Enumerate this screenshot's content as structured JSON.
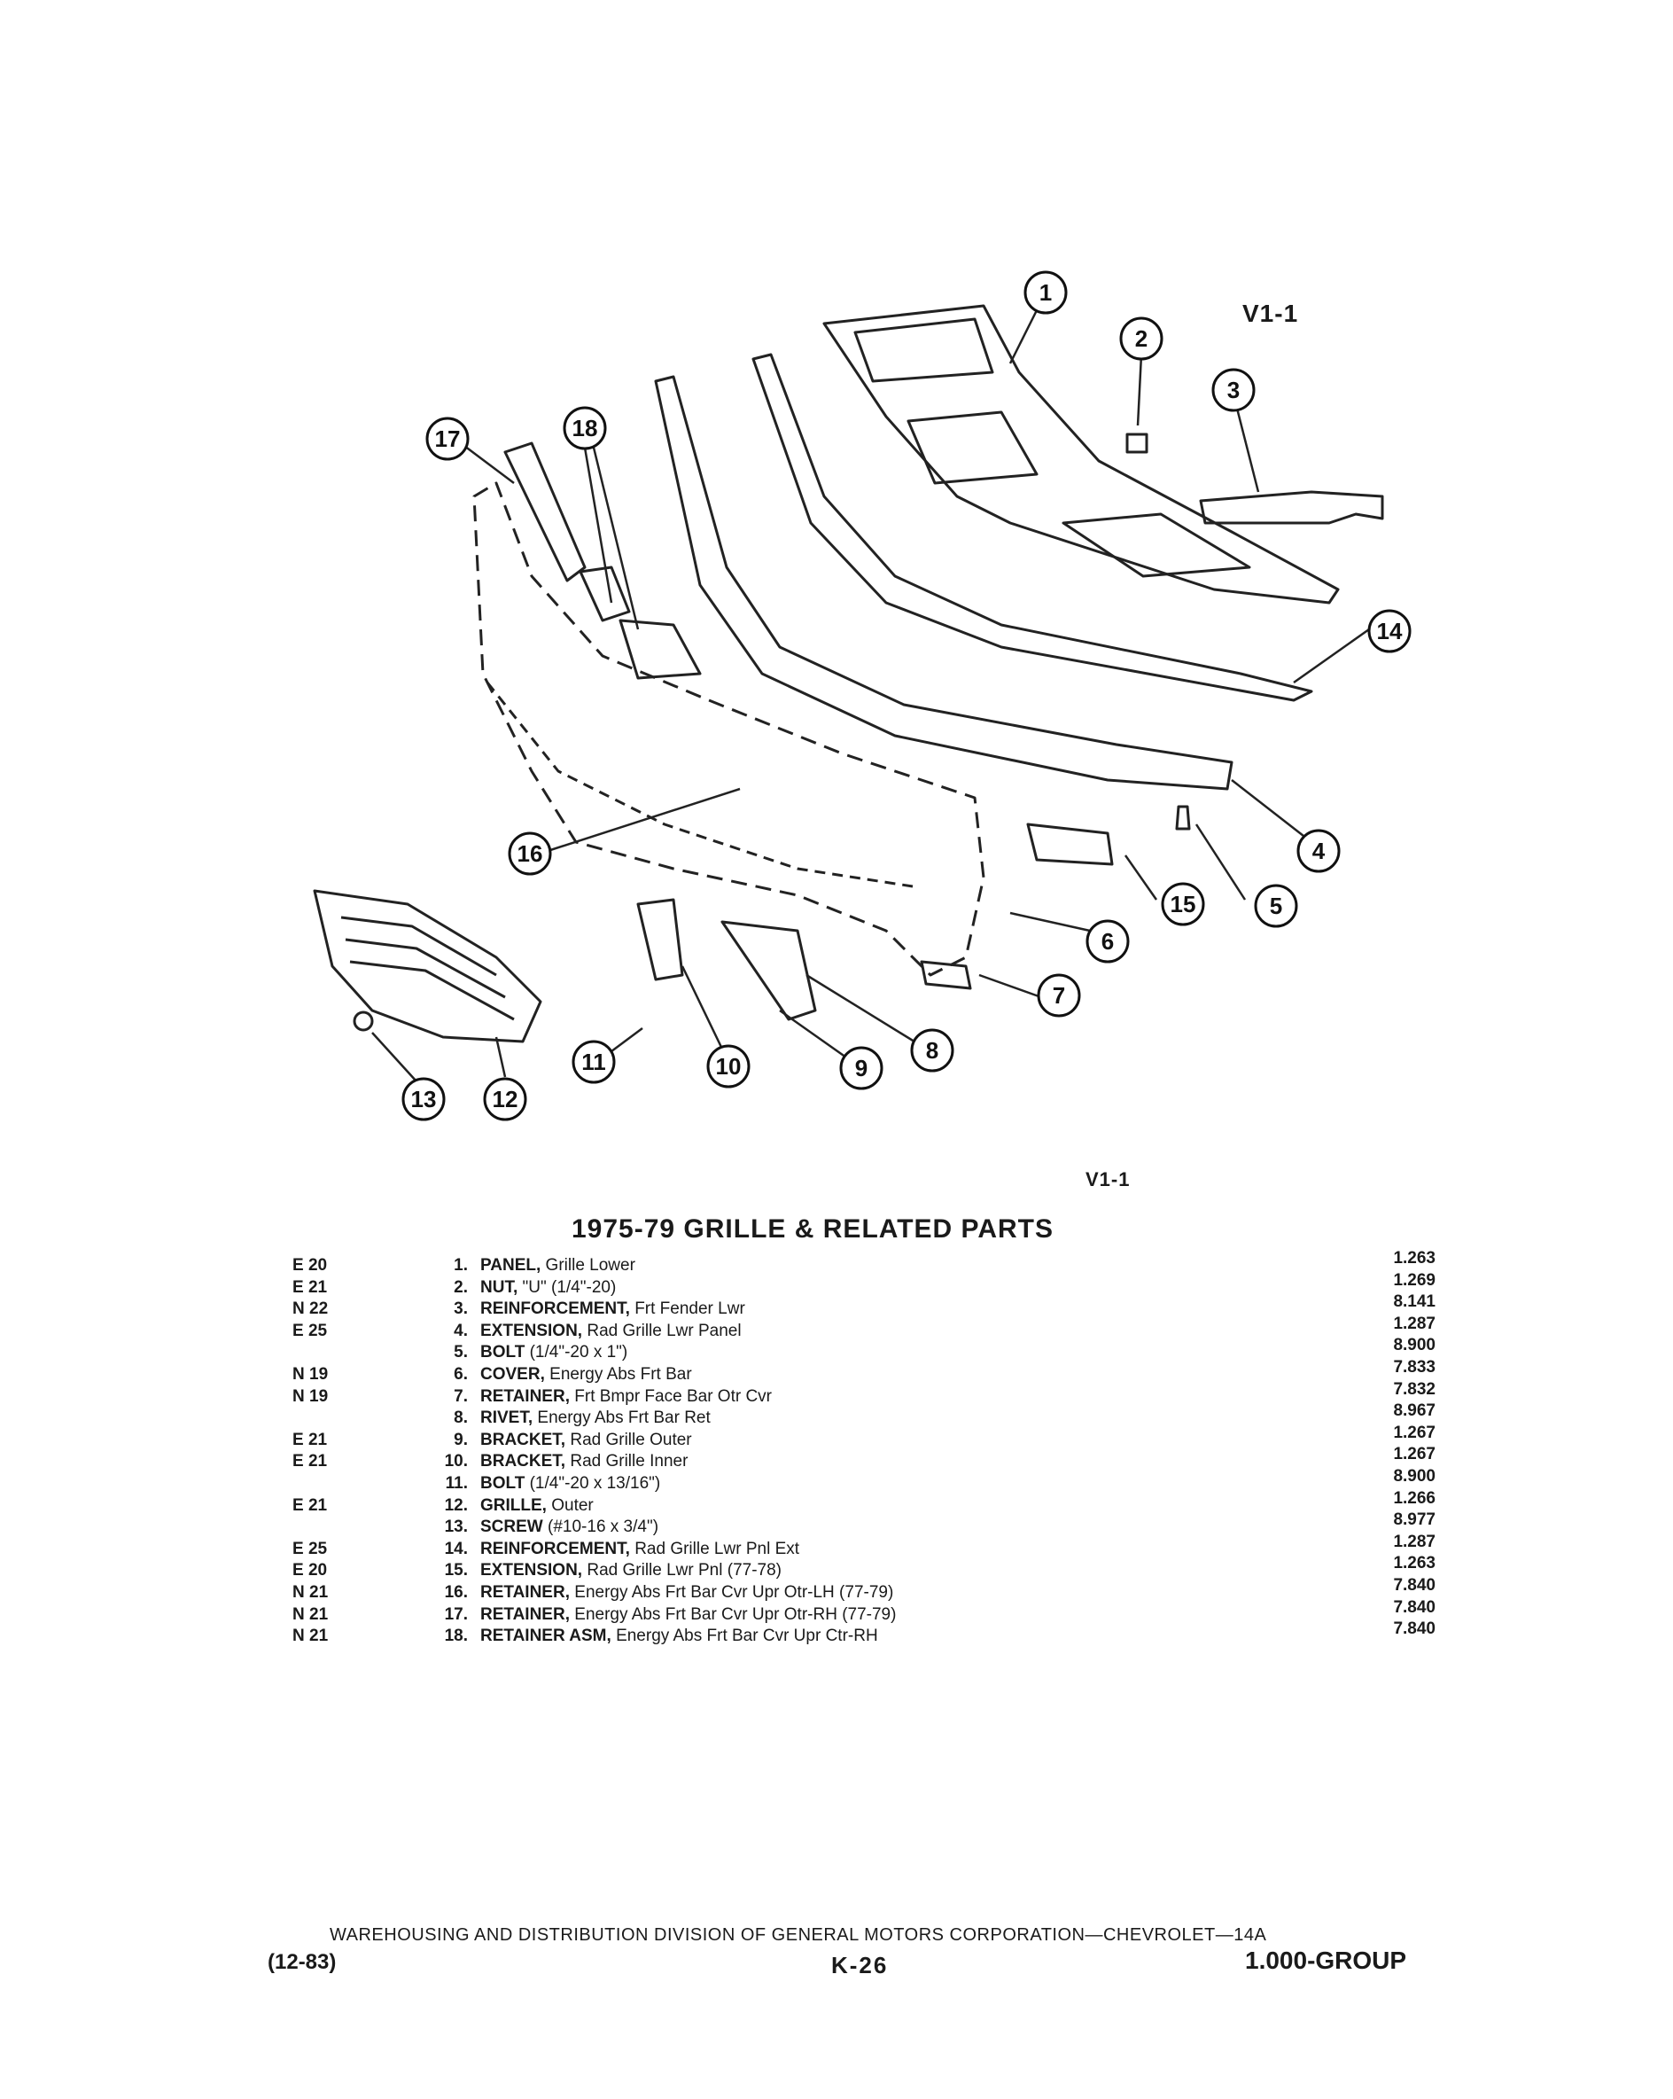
{
  "diagram": {
    "view_label": "V1-1",
    "view_label_bottom": "V1-1",
    "callouts": [
      "1",
      "2",
      "3",
      "4",
      "5",
      "6",
      "7",
      "8",
      "9",
      "10",
      "11",
      "12",
      "13",
      "14",
      "15",
      "16",
      "17",
      "18"
    ]
  },
  "parts": {
    "title": "1975-79 GRILLE & RELATED PARTS",
    "items": [
      {
        "code": "E 20",
        "num": "1.",
        "name": "PANEL,",
        "desc": "Grille Lower",
        "group": "1.263"
      },
      {
        "code": "E 21",
        "num": "2.",
        "name": "NUT,",
        "desc": "\"U\" (1/4\"-20)",
        "group": "1.269"
      },
      {
        "code": "N 22",
        "num": "3.",
        "name": "REINFORCEMENT,",
        "desc": "Frt Fender Lwr",
        "group": "8.141"
      },
      {
        "code": "E 25",
        "num": "4.",
        "name": "EXTENSION,",
        "desc": "Rad Grille Lwr Panel",
        "group": "1.287"
      },
      {
        "code": "",
        "num": "5.",
        "name": "BOLT",
        "desc": "(1/4\"-20 x 1\")",
        "group": "8.900"
      },
      {
        "code": "N 19",
        "num": "6.",
        "name": "COVER,",
        "desc": "Energy Abs Frt Bar",
        "group": "7.833"
      },
      {
        "code": "N 19",
        "num": "7.",
        "name": "RETAINER,",
        "desc": "Frt Bmpr Face Bar Otr Cvr",
        "group": "7.832"
      },
      {
        "code": "",
        "num": "8.",
        "name": "RIVET,",
        "desc": "Energy Abs Frt Bar Ret",
        "group": "8.967"
      },
      {
        "code": "E 21",
        "num": "9.",
        "name": "BRACKET,",
        "desc": "Rad Grille Outer",
        "group": "1.267"
      },
      {
        "code": "E 21",
        "num": "10.",
        "name": "BRACKET,",
        "desc": "Rad Grille Inner",
        "group": "1.267"
      },
      {
        "code": "",
        "num": "11.",
        "name": "BOLT",
        "desc": "(1/4\"-20 x 13/16\")",
        "group": "8.900"
      },
      {
        "code": "E 21",
        "num": "12.",
        "name": "GRILLE,",
        "desc": "Outer",
        "group": "1.266"
      },
      {
        "code": "",
        "num": "13.",
        "name": "SCREW",
        "desc": "(#10-16 x 3/4\")",
        "group": "8.977"
      },
      {
        "code": "E 25",
        "num": "14.",
        "name": "REINFORCEMENT,",
        "desc": "Rad Grille Lwr Pnl Ext",
        "group": "1.287"
      },
      {
        "code": "E 20",
        "num": "15.",
        "name": "EXTENSION,",
        "desc": "Rad Grille Lwr Pnl (77-78)",
        "group": "1.263"
      },
      {
        "code": "N 21",
        "num": "16.",
        "name": "RETAINER,",
        "desc": "Energy Abs Frt Bar Cvr Upr Otr-LH (77-79)",
        "group": "7.840"
      },
      {
        "code": "N 21",
        "num": "17.",
        "name": "RETAINER,",
        "desc": "Energy Abs Frt Bar Cvr Upr Otr-RH (77-79)",
        "group": "7.840"
      },
      {
        "code": "N 21",
        "num": "18.",
        "name": "RETAINER ASM,",
        "desc": "Energy Abs Frt Bar Cvr Upr Ctr-RH",
        "group": "7.840"
      }
    ]
  },
  "footer": {
    "division": "WAREHOUSING AND DISTRIBUTION DIVISION OF GENERAL MOTORS CORPORATION—CHEVROLET—14A",
    "date": "(12-83)",
    "page": "K-26",
    "group": "1.000-GROUP"
  },
  "colors": {
    "ink": "#1a1a1a",
    "paper": "#ffffff"
  }
}
